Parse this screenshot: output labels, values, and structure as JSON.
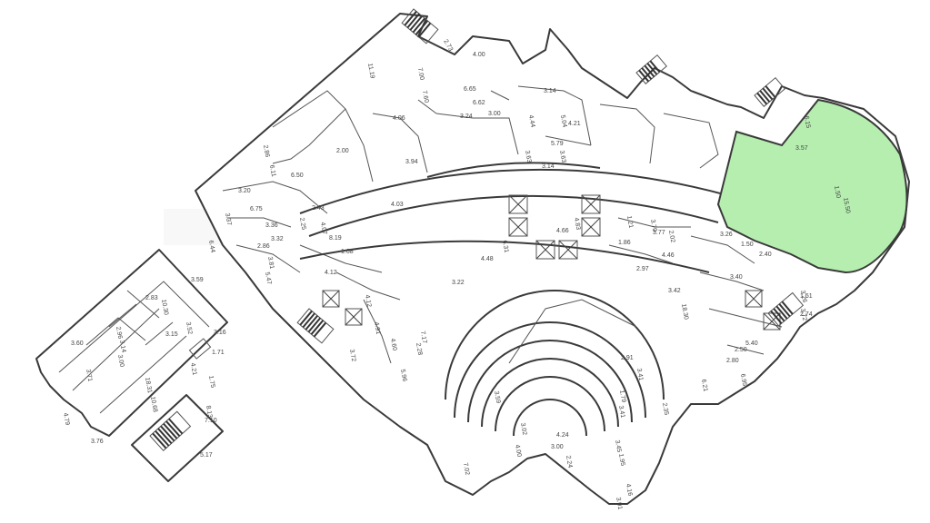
{
  "plan": {
    "highlight_color": "#b6eeb0",
    "wall_color": "#3a3a3a",
    "highlight_labels": [
      "1.50",
      "15.50",
      "3.57",
      "6.15"
    ],
    "dimensions": [
      "11.19",
      "7.00",
      "4.00",
      "2.73",
      "6.65",
      "7.60",
      "6.62",
      "3.14",
      "4.44",
      "4.21",
      "4.06",
      "3.24",
      "3.00",
      "5.04",
      "5.79",
      "2.00",
      "6.50",
      "3.94",
      "3.14",
      "3.63",
      "3.63",
      "6.11",
      "2.86",
      "3.20",
      "6.75",
      "2.43",
      "4.07",
      "2.25",
      "4.03",
      "4.83",
      "6.31",
      "1.21",
      "3.70",
      "2.02",
      "3.37",
      "6.44",
      "2.86",
      "3.36",
      "3.32",
      "1.68",
      "8.19",
      "4.66",
      "1.86",
      "3.77",
      "4.46",
      "3.26",
      "5.47",
      "3.81",
      "4.12",
      "4.12",
      "4.48",
      "3.22",
      "2.97",
      "1.50",
      "2.40",
      "18.30",
      "3.42",
      "3.40",
      "4.91",
      "3.72",
      "4.60",
      "7.17",
      "2.28",
      "1.51",
      "3.26",
      "2.74",
      "3.72",
      "5.96",
      "3.59",
      "2.91",
      "3.41",
      "1.79",
      "3.41",
      "2.35",
      "6.21",
      "4.00",
      "3.02",
      "3.45",
      "1.95",
      "4.24",
      "2.24",
      "3.00",
      "7.02",
      "3.01",
      "4.16",
      "2.80",
      "2.50",
      "5.40",
      "6.95",
      "3.71",
      "18.31",
      "4.21",
      "3.60",
      "3.15",
      "3.14",
      "2.96",
      "3.00",
      "2.83",
      "3.59",
      "10.30",
      "3.52",
      "3.16",
      "1.71",
      "1.75",
      "4.79",
      "3.76",
      "10.68",
      "7.10",
      "8.13",
      "5.17"
    ]
  }
}
